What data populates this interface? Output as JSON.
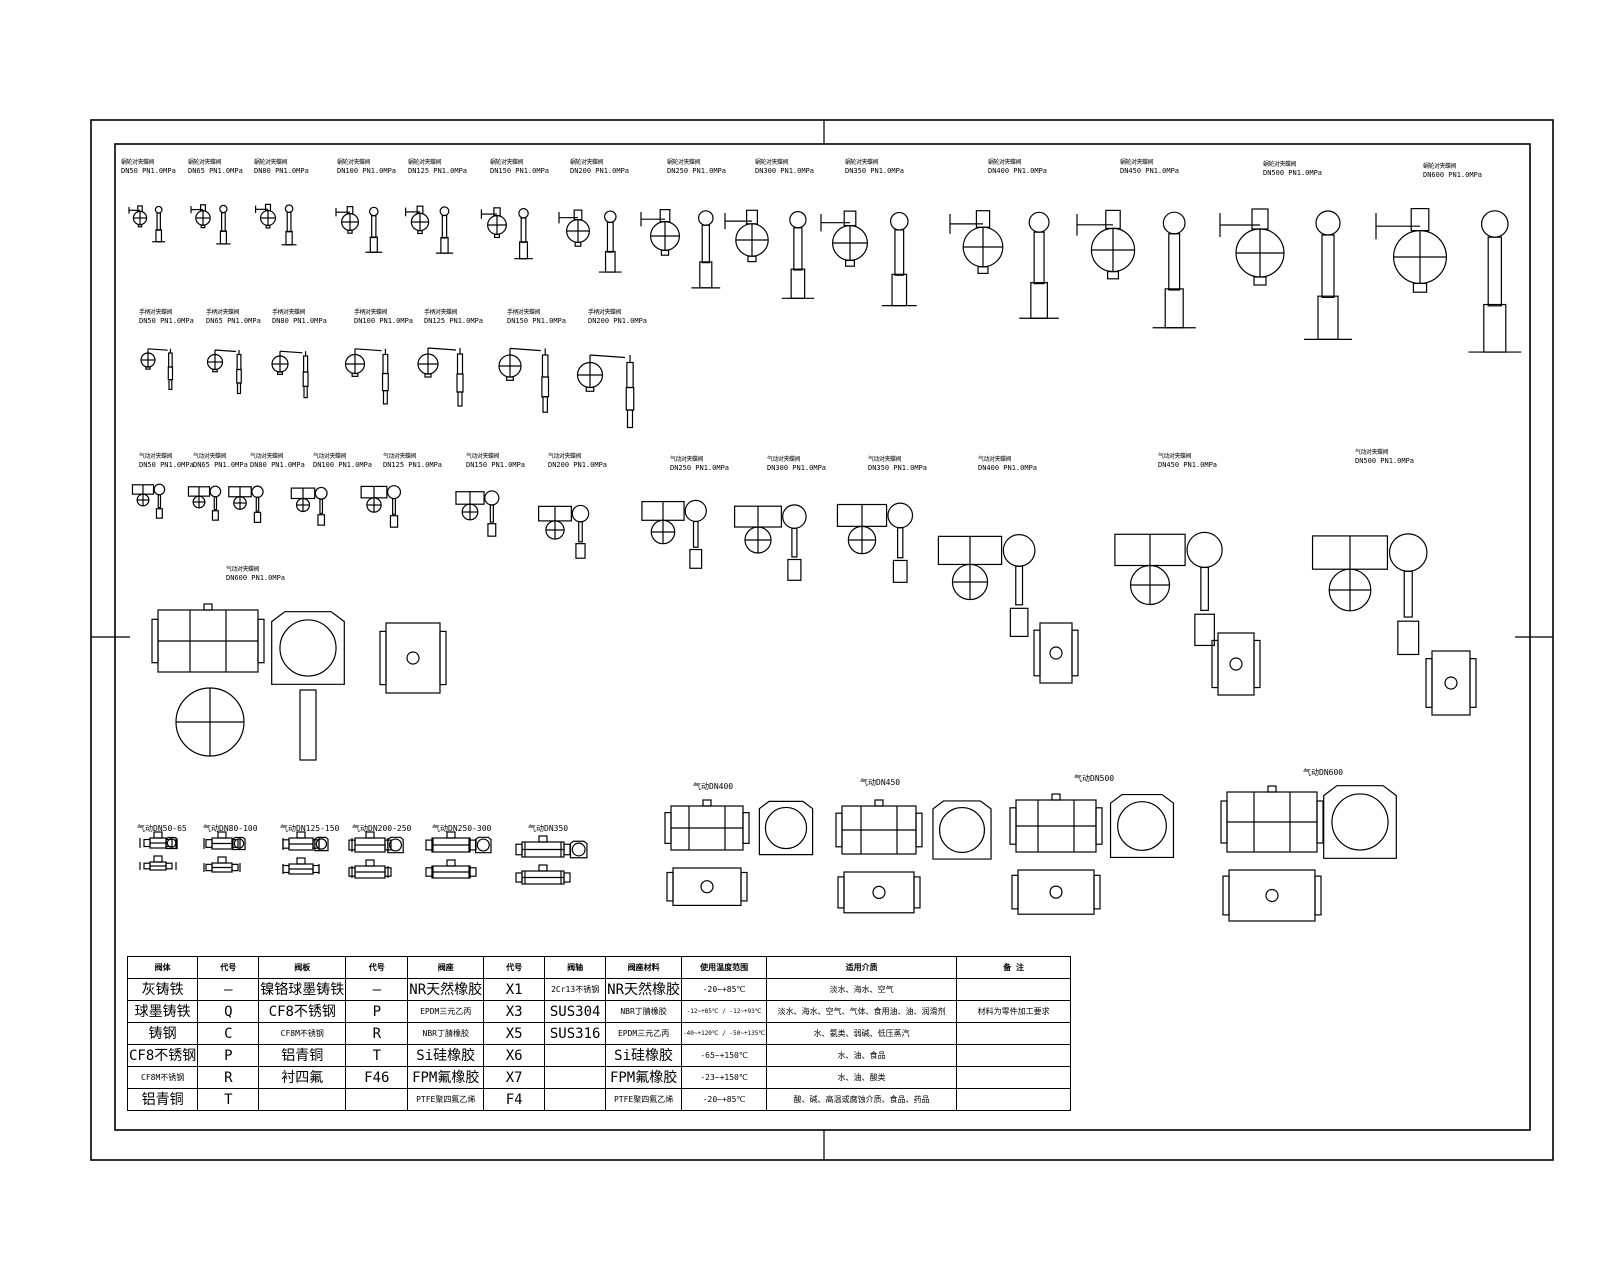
{
  "row1_labels": [
    {
      "cn": "蜗轮对夹蝶阀",
      "spec": "DN50 PN1.0MPa"
    },
    {
      "cn": "蜗轮对夹蝶阀",
      "spec": "DN65 PN1.0MPa"
    },
    {
      "cn": "蜗轮对夹蝶阀",
      "spec": "DN80 PN1.0MPa"
    },
    {
      "cn": "蜗轮对夹蝶阀",
      "spec": "DN100 PN1.0MPa"
    },
    {
      "cn": "蜗轮对夹蝶阀",
      "spec": "DN125 PN1.0MPa"
    },
    {
      "cn": "蜗轮对夹蝶阀",
      "spec": "DN150 PN1.0MPa"
    },
    {
      "cn": "蜗轮对夹蝶阀",
      "spec": "DN200 PN1.0MPa"
    },
    {
      "cn": "蜗轮对夹蝶阀",
      "spec": "DN250 PN1.0MPa"
    },
    {
      "cn": "蜗轮对夹蝶阀",
      "spec": "DN300 PN1.0MPa"
    },
    {
      "cn": "蜗轮对夹蝶阀",
      "spec": "DN350 PN1.0MPa"
    },
    {
      "cn": "蜗轮对夹蝶阀",
      "spec": "DN400 PN1.0MPa"
    },
    {
      "cn": "蜗轮对夹蝶阀",
      "spec": "DN450 PN1.0MPa"
    },
    {
      "cn": "蜗轮对夹蝶阀",
      "spec": "DN500 PN1.0MPa"
    },
    {
      "cn": "蜗轮对夹蝶阀",
      "spec": "DN600 PN1.0MPa"
    }
  ],
  "row2_labels": [
    {
      "cn": "手柄对夹蝶阀",
      "spec": "DN50 PN1.0MPa"
    },
    {
      "cn": "手柄对夹蝶阀",
      "spec": "DN65 PN1.0MPa"
    },
    {
      "cn": "手柄对夹蝶阀",
      "spec": "DN80 PN1.0MPa"
    },
    {
      "cn": "手柄对夹蝶阀",
      "spec": "DN100 PN1.0MPa"
    },
    {
      "cn": "手柄对夹蝶阀",
      "spec": "DN125 PN1.0MPa"
    },
    {
      "cn": "手柄对夹蝶阀",
      "spec": "DN150 PN1.0MPa"
    },
    {
      "cn": "手柄对夹蝶阀",
      "spec": "DN200 PN1.0MPa"
    }
  ],
  "row3_labels": [
    {
      "cn": "气动对夹蝶阀",
      "spec": "DN50 PN1.0MPa"
    },
    {
      "cn": "气动对夹蝶阀",
      "spec": "DN65 PN1.0MPa"
    },
    {
      "cn": "气动对夹蝶阀",
      "spec": "DN80 PN1.0MPa"
    },
    {
      "cn": "气动对夹蝶阀",
      "spec": "DN100 PN1.0MPa"
    },
    {
      "cn": "气动对夹蝶阀",
      "spec": "DN125 PN1.0MPa"
    },
    {
      "cn": "气动对夹蝶阀",
      "spec": "DN150 PN1.0MPa"
    },
    {
      "cn": "气动对夹蝶阀",
      "spec": "DN200 PN1.0MPa"
    },
    {
      "cn": "气动对夹蝶阀",
      "spec": "DN250 PN1.0MPa"
    },
    {
      "cn": "气动对夹蝶阀",
      "spec": "DN300 PN1.0MPa"
    },
    {
      "cn": "气动对夹蝶阀",
      "spec": "DN350 PN1.0MPa"
    },
    {
      "cn": "气动对夹蝶阀",
      "spec": "DN400 PN1.0MPa"
    },
    {
      "cn": "气动对夹蝶阀",
      "spec": "DN450 PN1.0MPa"
    },
    {
      "cn": "气动对夹蝶阀",
      "spec": "DN500 PN1.0MPa"
    }
  ],
  "row3b_label": {
    "cn": "气动对夹蝶阀",
    "spec": "DN600 PN1.0MPa"
  },
  "actuator_small_labels": [
    "气动DN50-65",
    "气动DN80-100",
    "气动DN125-150",
    "气动DN200-250",
    "气动DN250-300",
    "气动DN350"
  ],
  "actuator_large_labels": [
    "气动DN400",
    "气动DN450",
    "气动DN500",
    "气动DN600"
  ],
  "material_table": {
    "header": [
      "阀体",
      "代号",
      "阀板",
      "代号",
      "阀座",
      "代号",
      "阀轴",
      "阀座材料",
      "使用温度范围",
      "适用介质",
      "备 注"
    ],
    "rows": [
      [
        "灰铸铁",
        "—",
        "镍铬球墨铸铁",
        "—",
        "NR天然橡胶",
        "X1",
        "2Cr13不锈钢",
        "NR天然橡胶",
        "-20~+85℃",
        "淡水、海水、空气",
        "",
        ""
      ],
      [
        "球墨铸铁",
        "Q",
        "CF8不锈钢",
        "P",
        "EPDM三元乙丙",
        "X3",
        "SUS304",
        "NBR丁腈橡胶",
        "-12~+85℃ / -12~+93℃",
        "淡水、海水、空气、气体、食用油、油、润滑剂",
        "",
        "材料为零件加工要求"
      ],
      [
        "铸钢",
        "C",
        "CF8M不锈钢",
        "R",
        "NBR丁腈橡胶",
        "X5",
        "SUS316",
        "EPDM三元乙丙",
        "-40~+120℃ / -50~+135℃",
        "水、氨类、弱碱、低压蒸汽",
        "",
        ""
      ],
      [
        "CF8不锈钢",
        "P",
        "铝青铜",
        "T",
        "Si硅橡胶",
        "X6",
        "",
        "Si硅橡胶",
        "-65~+150℃",
        "水、油、食品",
        "",
        ""
      ],
      [
        "CF8M不锈钢",
        "R",
        "衬四氟",
        "F46",
        "FPM氟橡胶",
        "X7",
        "",
        "FPM氟橡胶",
        "-23~+150℃",
        "水、油、酸类",
        "",
        ""
      ],
      [
        "铝青铜",
        "T",
        "",
        "",
        "PTFE聚四氟乙烯",
        "F4",
        "",
        "PTFE聚四氟乙烯",
        "-20~+85℃",
        "酸、碱、高温或腐蚀介质、食品、药品",
        "",
        ""
      ]
    ]
  }
}
